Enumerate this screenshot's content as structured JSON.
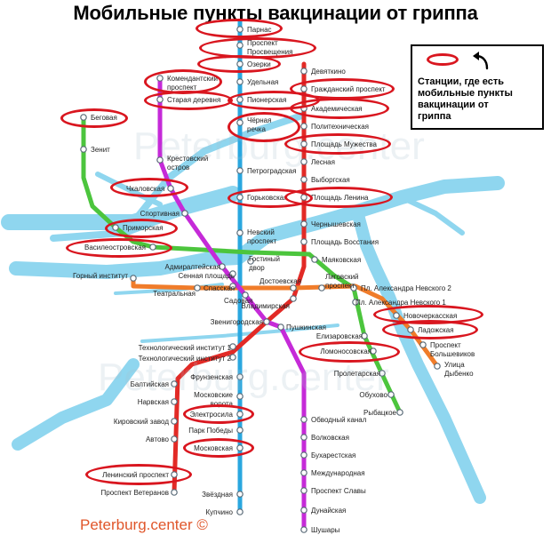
{
  "title": "Мобильные пункты вакцинации от гриппа",
  "legend": {
    "text": "Станции, где есть\nмобильные пункты\nвакцинации от\nгриппа",
    "marker_color": "#d9161f"
  },
  "brand": "Peterburg.center ©",
  "watermark": "Peterburg.center",
  "colors": {
    "water": "#8fd6ef",
    "line_red": "#e22a26",
    "line_blue": "#2aa7df",
    "line_green": "#4cc53d",
    "line_orange": "#f07c2a",
    "line_purple": "#c52ad8",
    "highlight": "#d9161f"
  },
  "stations": [
    {
      "id": "parnas",
      "name": "Парнас",
      "highlight": true
    },
    {
      "id": "prosveshcheniya",
      "name": "Проспект\nПросвещения",
      "highlight": true
    },
    {
      "id": "ozerki",
      "name": "Озерки",
      "highlight": true
    },
    {
      "id": "udelnaya",
      "name": "Удельная",
      "highlight": false
    },
    {
      "id": "pionerskaya",
      "name": "Пионерская",
      "highlight": true
    },
    {
      "id": "chernaya",
      "name": "Чёрная\nречка",
      "highlight": true
    },
    {
      "id": "petrogradskaya",
      "name": "Петроградская",
      "highlight": false
    },
    {
      "id": "gorkovskaya",
      "name": "Горьковская",
      "highlight": true
    },
    {
      "id": "nevsky",
      "name": "Невский\nпроспект",
      "highlight": false
    },
    {
      "id": "sennaya",
      "name": "Сенная площадь",
      "highlight": false
    },
    {
      "id": "tech1",
      "name": "Технологический институт 1",
      "highlight": false
    },
    {
      "id": "tech2",
      "name": "Технологический институт 2",
      "highlight": false
    },
    {
      "id": "frunzenskaya",
      "name": "Фрунзенская",
      "highlight": false
    },
    {
      "id": "moskvorot",
      "name": "Московские\nворота",
      "highlight": false
    },
    {
      "id": "elektrosila",
      "name": "Электросила",
      "highlight": true
    },
    {
      "id": "parkpobedy",
      "name": "Парк Победы",
      "highlight": false
    },
    {
      "id": "moskovskaya",
      "name": "Московская",
      "highlight": true
    },
    {
      "id": "zvezdnaya",
      "name": "Звёздная",
      "highlight": false
    },
    {
      "id": "kupchino",
      "name": "Купчино",
      "highlight": false
    },
    {
      "id": "devyatkino",
      "name": "Девяткино",
      "highlight": false
    },
    {
      "id": "grazhdansky",
      "name": "Гражданский проспект",
      "highlight": true
    },
    {
      "id": "akademicheskaya",
      "name": "Академическая",
      "highlight": true
    },
    {
      "id": "politekh",
      "name": "Политехническая",
      "highlight": false
    },
    {
      "id": "muzhestva",
      "name": "Площадь Мужества",
      "highlight": true
    },
    {
      "id": "lesnaya",
      "name": "Лесная",
      "highlight": false
    },
    {
      "id": "vyborgskaya",
      "name": "Выборгская",
      "highlight": false
    },
    {
      "id": "lenina",
      "name": "Площадь Ленина",
      "highlight": true
    },
    {
      "id": "chernyshevskaya",
      "name": "Чернышевская",
      "highlight": false
    },
    {
      "id": "vosstaniya",
      "name": "Площадь Восстания",
      "highlight": false
    },
    {
      "id": "vladimirskaya",
      "name": "Владимирская",
      "highlight": false
    },
    {
      "id": "pushkinskaya",
      "name": "Пушкинская",
      "highlight": false
    },
    {
      "id": "baltiyskaya",
      "name": "Балтийская",
      "highlight": false
    },
    {
      "id": "narvskaya",
      "name": "Нарвская",
      "highlight": false
    },
    {
      "id": "kirovsky",
      "name": "Кировский завод",
      "highlight": false
    },
    {
      "id": "avtovo",
      "name": "Автово",
      "highlight": false
    },
    {
      "id": "leninsky",
      "name": "Ленинский проспект",
      "highlight": true
    },
    {
      "id": "veteranov",
      "name": "Проспект Ветеранов",
      "highlight": false
    },
    {
      "id": "begovaya",
      "name": "Беговая",
      "highlight": true
    },
    {
      "id": "zenit",
      "name": "Зенит",
      "highlight": false
    },
    {
      "id": "primorskaya",
      "name": "Приморская",
      "highlight": true
    },
    {
      "id": "vasileostrovskaya",
      "name": "Василеостровская",
      "highlight": true
    },
    {
      "id": "gostiny",
      "name": "Гостиный\nдвор",
      "highlight": false
    },
    {
      "id": "mayakovskaya",
      "name": "Маяковская",
      "highlight": false
    },
    {
      "id": "nevsky2",
      "name": "Пл. Александра Невского 2",
      "highlight": false
    },
    {
      "id": "elizarovskaya",
      "name": "Елизаровская",
      "highlight": false
    },
    {
      "id": "lomonosovskaya",
      "name": "Ломоносовская",
      "highlight": true
    },
    {
      "id": "proletarskaya",
      "name": "Пролетарская",
      "highlight": false
    },
    {
      "id": "obukhovo",
      "name": "Обухово",
      "highlight": false
    },
    {
      "id": "rybatskoe",
      "name": "Рыбацкое",
      "highlight": false
    },
    {
      "id": "gorny",
      "name": "Горный институт",
      "highlight": false
    },
    {
      "id": "teatralnaya",
      "name": "Театральная",
      "highlight": false
    },
    {
      "id": "spasskaya",
      "name": "Спасская",
      "highlight": false
    },
    {
      "id": "dostoevskaya",
      "name": "Достоевская",
      "highlight": false
    },
    {
      "id": "ligovsky",
      "name": "Лиговский\nпроспект",
      "highlight": false
    },
    {
      "id": "nevsky1",
      "name": "Пл. Александра Невского 1",
      "highlight": false
    },
    {
      "id": "novocherkasskaya",
      "name": "Новочеркасская",
      "highlight": true
    },
    {
      "id": "ladozhskaya",
      "name": "Ладожская",
      "highlight": true
    },
    {
      "id": "bolshevikov",
      "name": "Проспект\nБольшевиков",
      "highlight": false
    },
    {
      "id": "dybenko",
      "name": "Улица\nДыбенко",
      "highlight": false
    },
    {
      "id": "komendantsky",
      "name": "Комендантский\nпроспект",
      "highlight": true
    },
    {
      "id": "staraya",
      "name": "Старая деревня",
      "highlight": true
    },
    {
      "id": "krestovsky",
      "name": "Крестовский\nостров",
      "highlight": false
    },
    {
      "id": "chkalovskaya",
      "name": "Чкаловская",
      "highlight": true
    },
    {
      "id": "sportivnaya",
      "name": "Спортивная",
      "highlight": false
    },
    {
      "id": "admiralteyskaya",
      "name": "Адмиралтейская",
      "highlight": false
    },
    {
      "id": "sadovaya",
      "name": "Садовая",
      "highlight": false
    },
    {
      "id": "zvenigorodskaya",
      "name": "Звенигородская",
      "highlight": false
    },
    {
      "id": "obvodny",
      "name": "Обводный канал",
      "highlight": false
    },
    {
      "id": "volkovskaya",
      "name": "Волковская",
      "highlight": false
    },
    {
      "id": "bukharestskaya",
      "name": "Бухарестская",
      "highlight": false
    },
    {
      "id": "mezhdunarodnaya",
      "name": "Международная",
      "highlight": false
    },
    {
      "id": "slavy",
      "name": "Проспект Славы",
      "highlight": false
    },
    {
      "id": "dunayskaya",
      "name": "Дунайская",
      "highlight": false
    },
    {
      "id": "shushary",
      "name": "Шушары",
      "highlight": false
    }
  ]
}
